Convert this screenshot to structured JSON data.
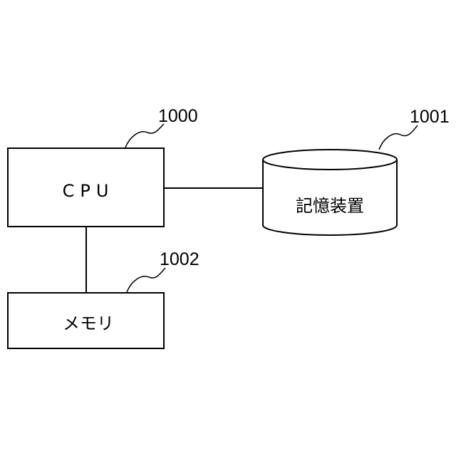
{
  "cpu": {
    "label": "CPU",
    "ref": "1000"
  },
  "storage": {
    "label": "記憶装置",
    "ref": "1001"
  },
  "memory": {
    "label": "メモリ",
    "ref": "1002"
  }
}
